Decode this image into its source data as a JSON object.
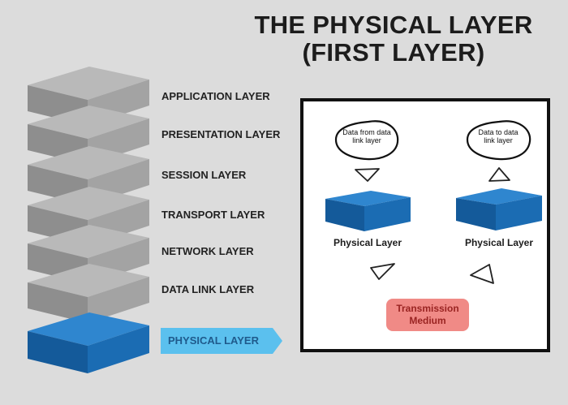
{
  "title": {
    "line1": "THE PHYSICAL LAYER",
    "line2": "(FIRST LAYER)"
  },
  "layers": [
    {
      "label": "APPLICATION LAYER"
    },
    {
      "label": "PRESENTATION LAYER"
    },
    {
      "label": "SESSION LAYER"
    },
    {
      "label": "TRANSPORT LAYER"
    },
    {
      "label": "NETWORK LAYER"
    },
    {
      "label": "DATA LINK LAYER"
    },
    {
      "label": "PHYSICAL LAYER"
    }
  ],
  "panel": {
    "left_bubble": {
      "line1": "Data from data",
      "line2": "link layer"
    },
    "right_bubble": {
      "line1": "Data to data",
      "line2": "link layer"
    },
    "left_block_label": "Physical Layer",
    "right_block_label": "Physical Layer",
    "medium": {
      "line1": "Transmission",
      "line2": "Medium"
    }
  },
  "colors": {
    "background": "#dcdcdc",
    "gray_block": "#8f8f8f",
    "blue_block": "#1f6fb6",
    "highlight_tag": "#5bc0ee",
    "medium": "#f08a86"
  }
}
